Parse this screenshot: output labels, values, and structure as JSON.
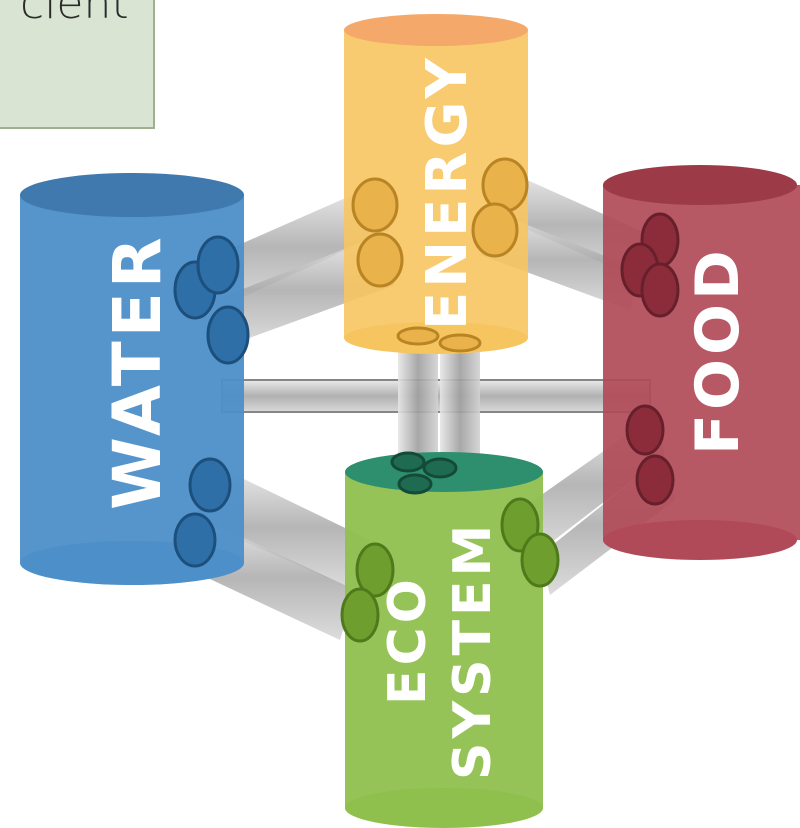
{
  "callout": {
    "text": "cient"
  },
  "cylinders": {
    "water": {
      "label": "WATER",
      "color": "#4c8fc9"
    },
    "energy": {
      "label": "ENERGY",
      "color": "#f7c560"
    },
    "food": {
      "label": "FOOD",
      "color": "#b14a58"
    },
    "ecosystem": {
      "label_line1": "ECO",
      "label_line2": "SYSTEM",
      "color": "#8fc04e"
    }
  },
  "pipe_color": "#b8b8b8"
}
